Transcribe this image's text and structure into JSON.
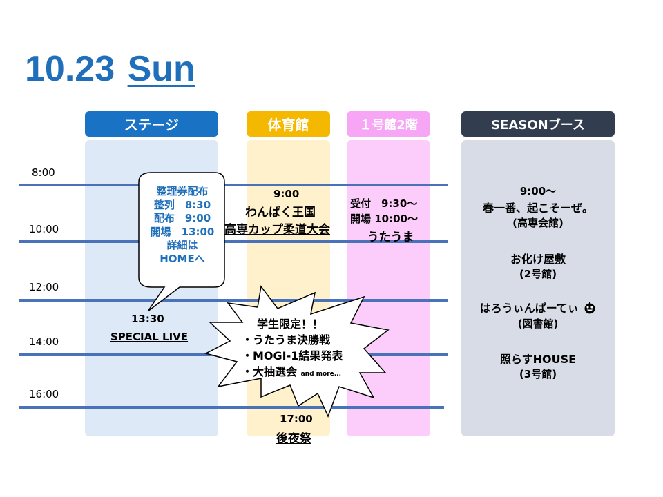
{
  "title": {
    "date": "10.23",
    "day": "Sun"
  },
  "columns": [
    {
      "id": "stage",
      "label": "ステージ",
      "head_color": "#1a72c4",
      "bg_color": "#dde9f6"
    },
    {
      "id": "gym",
      "label": "体育館",
      "head_color": "#f5b800",
      "bg_color": "#fff1cc"
    },
    {
      "id": "building1",
      "label": "１号館2階",
      "head_color": "#f7a6f5",
      "bg_color": "#fccdfb"
    },
    {
      "id": "season",
      "label": "SEASONブース",
      "head_color": "#323d50",
      "bg_color": "#d7dce6"
    }
  ],
  "times": [
    "8:00",
    "10:00",
    "12:00",
    "14:00",
    "16:00"
  ],
  "stage": {
    "ticket_bubble": [
      "整理券配布",
      "整列　8:30",
      "配布　9:00",
      "開場　13:00",
      "詳細は",
      "HOMEへ"
    ],
    "special_time": "13:30",
    "special_title": "SPECIAL LIVE"
  },
  "gym": {
    "morning_time": "9:00",
    "morning_title1": "わんぱく王国",
    "morning_title2": "高専カップ柔道大会",
    "evening_time": "17:00",
    "evening_title": "後夜祭"
  },
  "building1": {
    "reception": "受付　9:30～",
    "open": "開場 10:00～",
    "title": "うたうま"
  },
  "burst": {
    "headline": "学生限定！！",
    "items": [
      "・うたうま決勝戦",
      "・MOGI-1結果発表",
      "・大抽選会"
    ],
    "more": "and more..."
  },
  "season": {
    "time": "9:00～",
    "events": [
      {
        "title": "春一番、起こそーぜ。",
        "place": "(高専会館)"
      },
      {
        "title": "お化け屋敷",
        "place": "(2号館)"
      },
      {
        "title": "はろうぃんぱーてぃ",
        "place": "(図書館)"
      },
      {
        "title": "照らすHOUSE",
        "place": "(3号館)"
      }
    ]
  }
}
